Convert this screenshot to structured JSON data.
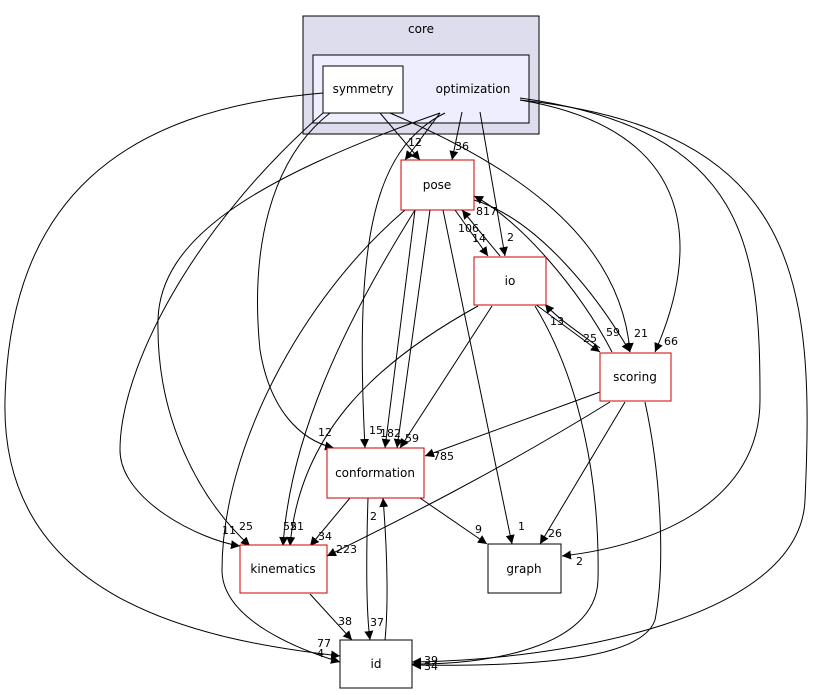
{
  "clusters": {
    "core": "core",
    "optimization": "optimization"
  },
  "nodes": {
    "symmetry": "symmetry",
    "pose": "pose",
    "io": "io",
    "scoring": "scoring",
    "conformation": "conformation",
    "kinematics": "kinematics",
    "graph": "graph",
    "id": "id"
  },
  "edge_labels": {
    "opt_pose_a": "12",
    "opt_pose_b": "36",
    "pose_io_a": "817",
    "pose_io_b": "106",
    "pose_io_c": "14",
    "opt_io": "2",
    "io_scoring": "13",
    "scoring_io": "25",
    "pose_scoring": "59",
    "sym_scoring": "21",
    "opt_scoring": "66",
    "opt_conf": "12",
    "scoring_conf_a": "15",
    "pose_conf": "182",
    "io_conf": "59",
    "scoring_conf_b": "785",
    "kin_a": "11",
    "kin_b": "25",
    "kin_c": "55",
    "kin_d": "21",
    "conf_kin": "34",
    "scoring_kin": "223",
    "conf_id": "2",
    "io_graph": "1",
    "conf_graph": "9",
    "scoring_graph": "26",
    "opt_graph": "2",
    "kin_id": "38",
    "id_conf": "37",
    "id_left_a": "77",
    "id_left_b": "4",
    "id_right_a": "39",
    "id_right_b": "34"
  }
}
